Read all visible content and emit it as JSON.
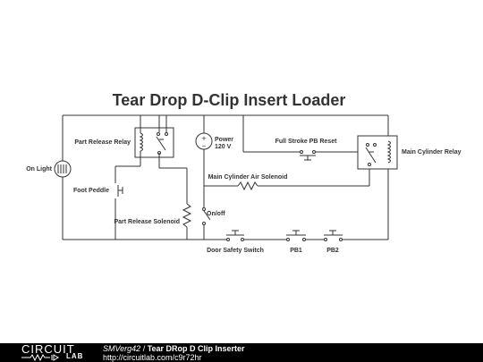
{
  "diagram": {
    "title": "Tear Drop D-Clip Insert Loader",
    "labels": {
      "on_light": "On Light",
      "part_release_relay": "Part Release Relay",
      "foot_peddle": "Foot Peddle",
      "part_release_solenoid": "Part Release Solenoid",
      "power_1": "Power",
      "power_2": "120 V",
      "full_stroke_pb_reset": "Full Stroke PB Reset",
      "main_cylinder_relay": "Main Cylinder Relay",
      "main_cylinder_air_solenoid": "Main Cylinder Air Solenoid",
      "on_off": "On/off",
      "door_safety_switch": "Door Safety Switch",
      "pb1": "PB1",
      "pb2": "PB2",
      "plus": "+",
      "minus": "−"
    }
  },
  "footer": {
    "logo_top": "CIRCUIT",
    "logo_bottom": "LAB",
    "user": "SMVerg42",
    "separator": " / ",
    "circuit_title": "Tear DRop D Clip Inserter",
    "url": "http://circuitlab.com/c9r72hr"
  },
  "colors": {
    "wire": "#333333",
    "background": "#ffffff",
    "footer_bg": "#000000",
    "footer_text": "#ffffff"
  }
}
